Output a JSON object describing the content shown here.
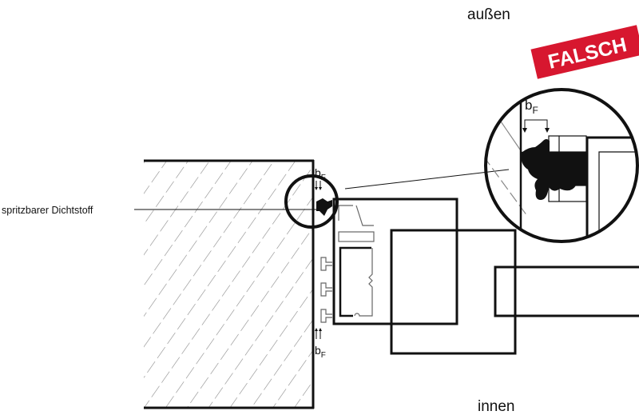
{
  "labels": {
    "outside": "außen",
    "inside": "innen",
    "sealant": "spritzbarer Dichtstoff",
    "joint_width": "b",
    "joint_width_sub": "F"
  },
  "badge": {
    "text": "FALSCH",
    "color": "#d7172f"
  }
}
